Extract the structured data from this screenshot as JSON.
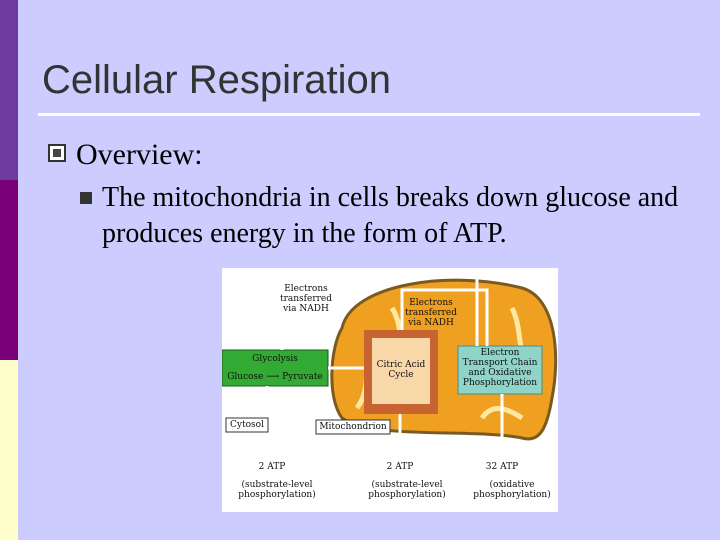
{
  "slide": {
    "title": "Cellular Respiration",
    "bullet_level1": "Overview:",
    "bullet_level2": "The mitochondria in cells breaks down glucose and produces energy  in the form of ATP."
  },
  "diagram": {
    "electrons_nadh_1": "Electrons transferred via NADH",
    "electrons_nadh_2": "Electrons transferred via NADH",
    "glycolysis": "Glycolysis",
    "glucose_pyruvate": "Glucose ⟶ Pyruvate",
    "citric_acid": "Citric Acid Cycle",
    "etc": "Electron Transport Chain and Oxidative Phosphorylation",
    "cytosol": "Cytosol",
    "mitochondrion": "Mitochondrion",
    "atp1": "2 ATP",
    "atp2": "2 ATP",
    "atp3": "32 ATP",
    "sub1": "(substrate-level phosphorylation)",
    "sub2": "(substrate-level phosphorylation)",
    "sub3": "(oxidative phosphorylation)",
    "colors": {
      "mito_fill": "#f0a020",
      "glycolysis": "#33aa33",
      "cac_outer": "#c86432",
      "etc": "#8fd4c8"
    }
  }
}
